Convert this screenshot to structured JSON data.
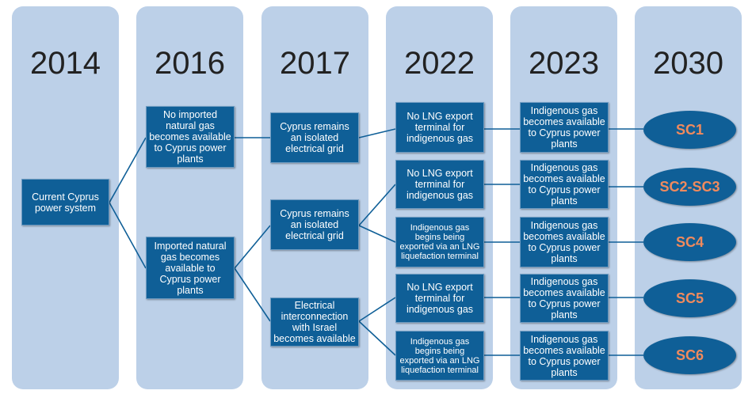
{
  "years": [
    "2014",
    "2016",
    "2017",
    "2022",
    "2023",
    "2030"
  ],
  "boxes": {
    "current": "Current Cyprus power system",
    "no_import": "No imported natural gas becomes available to Cyprus power plants",
    "import": "Imported natural gas becomes available to Cyprus power plants",
    "isolated_1": "Cyprus remains an isolated electrical grid",
    "isolated_2": "Cyprus remains an isolated electrical grid",
    "interconnection": "Electrical interconnection with Israel becomes available",
    "no_lng_1": "No LNG export terminal for indigenous gas",
    "no_lng_2": "No LNG export terminal for indigenous gas",
    "lng_export_1": "Indigenous gas begins being exported via an LNG liquefaction terminal",
    "no_lng_3": "No LNG export terminal for indigenous gas",
    "lng_export_2": "Indigenous gas begins being exported via an LNG liquefaction terminal",
    "indig_1": "Indigenous gas becomes available to Cyprus power plants",
    "indig_2": "Indigenous gas becomes available to Cyprus power plants",
    "indig_3": "Indigenous gas becomes available to Cyprus power plants",
    "indig_4": "Indigenous gas becomes available to Cyprus power plants",
    "indig_5": "Indigenous gas becomes available to Cyprus power plants"
  },
  "scenarios": [
    "SC1",
    "SC2-SC3",
    "SC4",
    "SC5",
    "SC6"
  ],
  "colors": {
    "column": "#bcd0e8",
    "box": "#0f5f97",
    "scenario_text": "#f08a5d",
    "line": "#0f5f97"
  }
}
